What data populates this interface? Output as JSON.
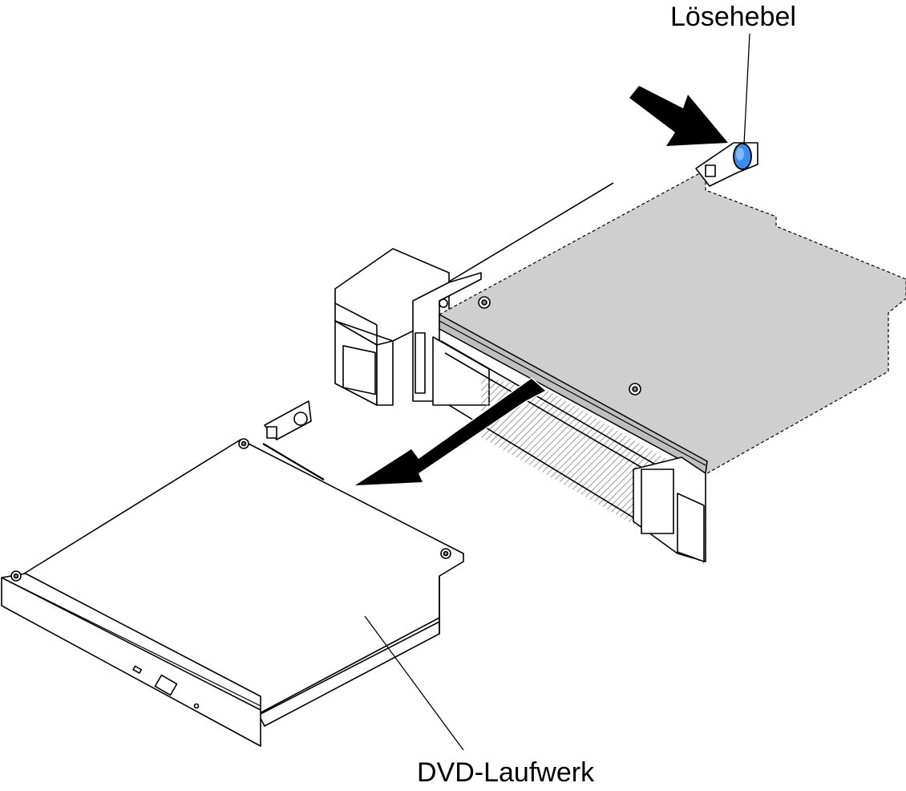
{
  "callouts": {
    "release_lever": "Lösehebel",
    "dvd_drive": "DVD-Laufwerk"
  },
  "colors": {
    "line": "#000000",
    "panel_gray": "#cccccc",
    "lever_blue": "#3b8cf0",
    "background": "#ffffff"
  },
  "icons": {
    "lever": "blue-round-lever-button",
    "arrows": "push-and-pull-direction-arrows"
  }
}
